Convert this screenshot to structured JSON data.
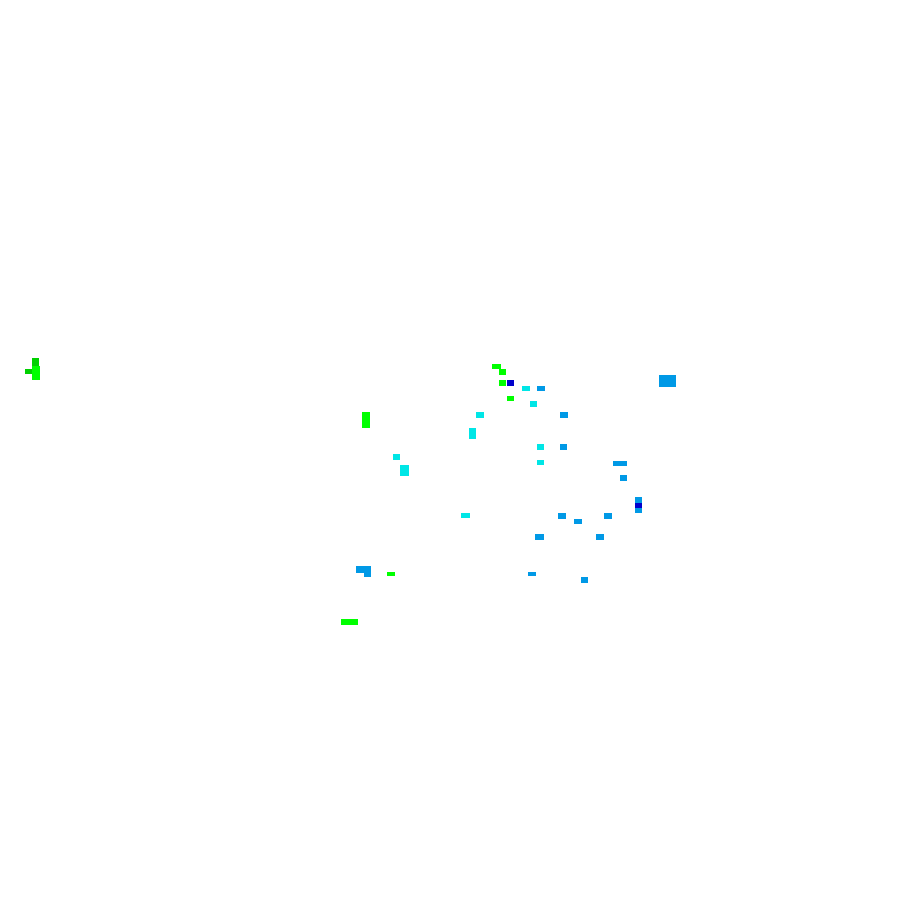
{
  "palette": {
    "background": "#ffffff",
    "green_bright": "#00ff00",
    "green_dark": "#00d000",
    "cyan": "#00e6e6",
    "blue": "#0099e6",
    "dark_blue": "#0000cc"
  },
  "layers": [
    {
      "name": "green-points",
      "color": "#00ff00"
    },
    {
      "name": "cyan-points",
      "color": "#00e6e6"
    },
    {
      "name": "blue-points",
      "color": "#0099e6"
    },
    {
      "name": "dark-blue-points",
      "color": "#0000cc"
    }
  ]
}
